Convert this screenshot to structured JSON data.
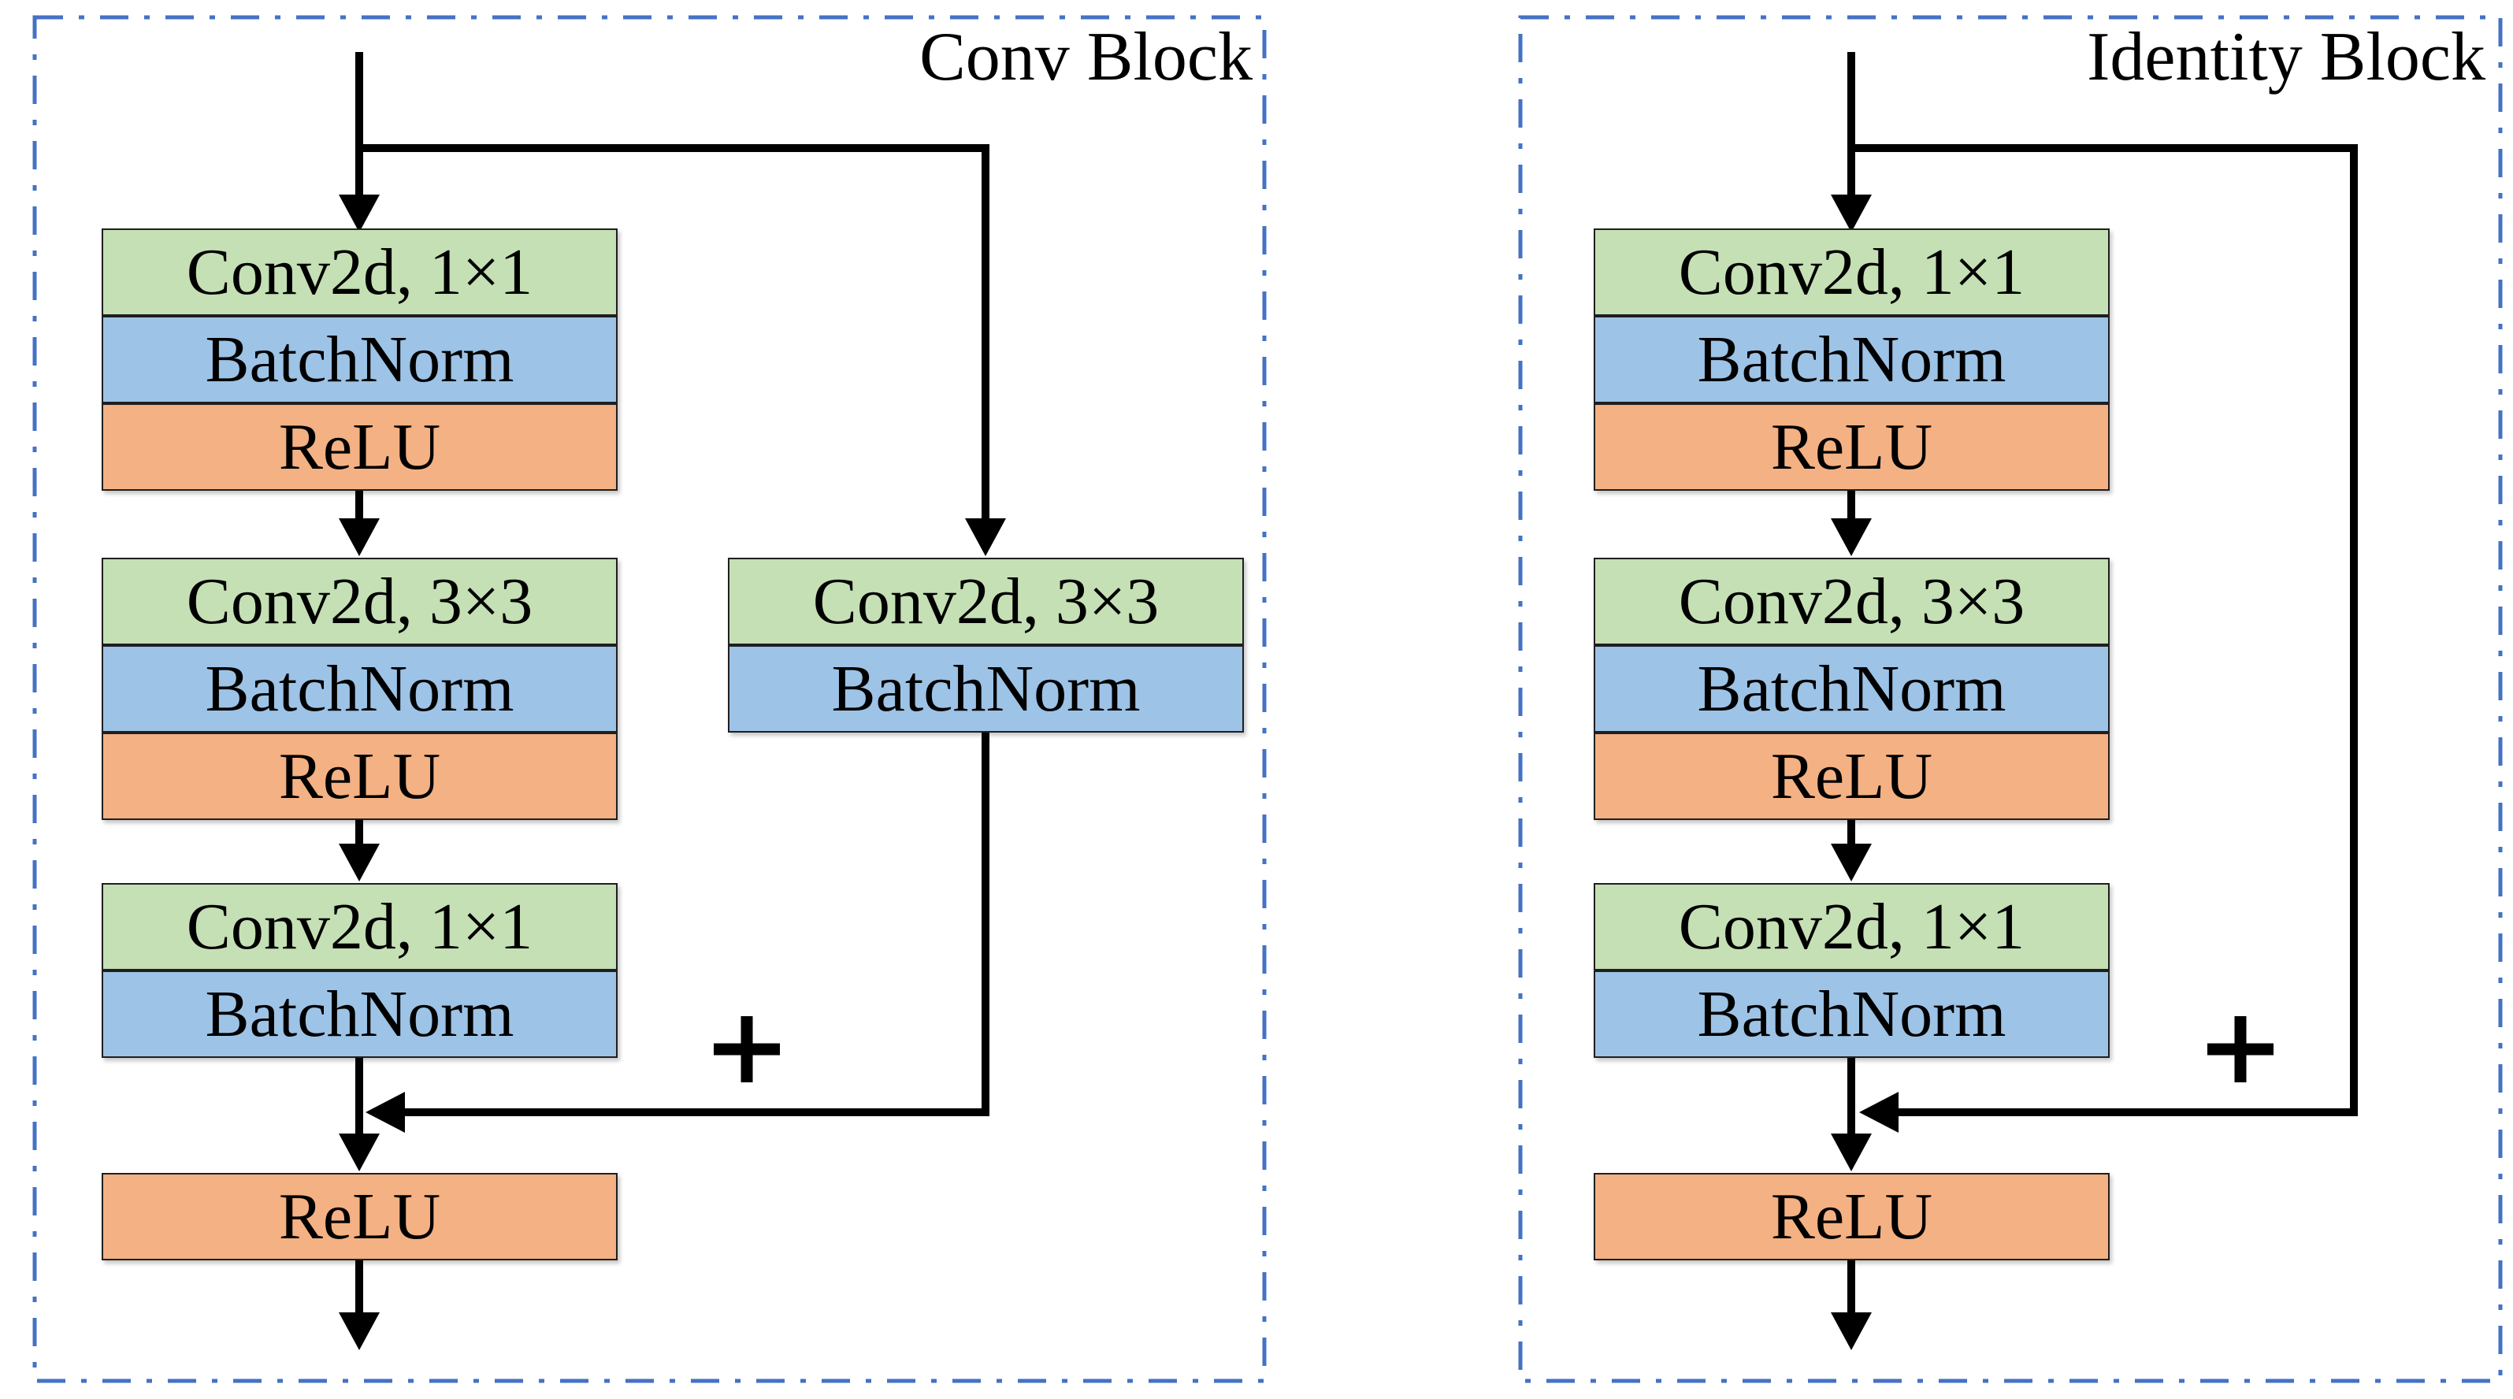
{
  "figure": {
    "description": "Residual network building blocks diagram"
  },
  "colors": {
    "conv": "#C5E0B4",
    "batchnorm": "#9DC3E6",
    "relu": "#F4B183",
    "border": "#4472C4",
    "line": "#000000"
  },
  "blocks": [
    {
      "title": "Conv Block",
      "main_layers": [
        {
          "label": "Conv2d, 1×1",
          "type": "conv"
        },
        {
          "label": "BatchNorm",
          "type": "bn"
        },
        {
          "label": "ReLU",
          "type": "relu"
        },
        {
          "label": "Conv2d, 3×3",
          "type": "conv"
        },
        {
          "label": "BatchNorm",
          "type": "bn"
        },
        {
          "label": "ReLU",
          "type": "relu"
        },
        {
          "label": "Conv2d, 1×1",
          "type": "conv"
        },
        {
          "label": "BatchNorm",
          "type": "bn"
        }
      ],
      "shortcut_layers": [
        {
          "label": "Conv2d, 3×3",
          "type": "conv"
        },
        {
          "label": "BatchNorm",
          "type": "bn"
        }
      ],
      "merge_operator": "+",
      "output_layer": {
        "label": "ReLU",
        "type": "relu"
      }
    },
    {
      "title": "Identity Block",
      "main_layers": [
        {
          "label": "Conv2d, 1×1",
          "type": "conv"
        },
        {
          "label": "BatchNorm",
          "type": "bn"
        },
        {
          "label": "ReLU",
          "type": "relu"
        },
        {
          "label": "Conv2d, 3×3",
          "type": "conv"
        },
        {
          "label": "BatchNorm",
          "type": "bn"
        },
        {
          "label": "ReLU",
          "type": "relu"
        },
        {
          "label": "Conv2d, 1×1",
          "type": "conv"
        },
        {
          "label": "BatchNorm",
          "type": "bn"
        }
      ],
      "shortcut_layers": [],
      "merge_operator": "+",
      "output_layer": {
        "label": "ReLU",
        "type": "relu"
      }
    }
  ]
}
